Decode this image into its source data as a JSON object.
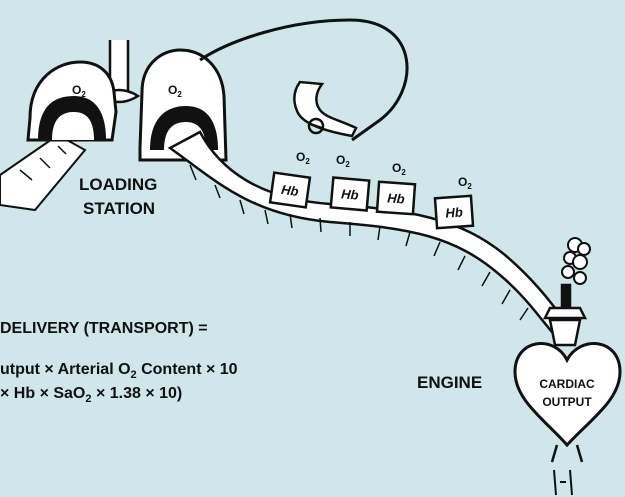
{
  "colors": {
    "background": "#cfe6eb",
    "ink": "#111111",
    "fill": "#ffffff"
  },
  "diagram": {
    "loading_station": [
      "LOADING",
      "STATION"
    ],
    "lung_o2": [
      "O",
      "O"
    ],
    "lung_o2_sub": [
      "2",
      "2"
    ],
    "hb_cars": [
      {
        "o2": "O",
        "sub": "2",
        "label": "Hb"
      },
      {
        "o2": "O",
        "sub": "2",
        "label": "Hb"
      },
      {
        "o2": "O",
        "sub": "2",
        "label": "Hb"
      },
      {
        "o2": "O",
        "sub": "2",
        "label": "Hb"
      }
    ],
    "engine": "ENGINE",
    "heart_label": [
      "CARDIAC",
      "OUTPUT"
    ]
  },
  "formula": {
    "line1": "DELIVERY (TRANSPORT) =",
    "line2_pre": "utput × Arterial O",
    "line2_sub": "2",
    "line2_post": " Content × 10",
    "line3_pre": "× Hb × SaO",
    "line3_sub": "2",
    "line3_post": " × 1.38 × 10)"
  }
}
